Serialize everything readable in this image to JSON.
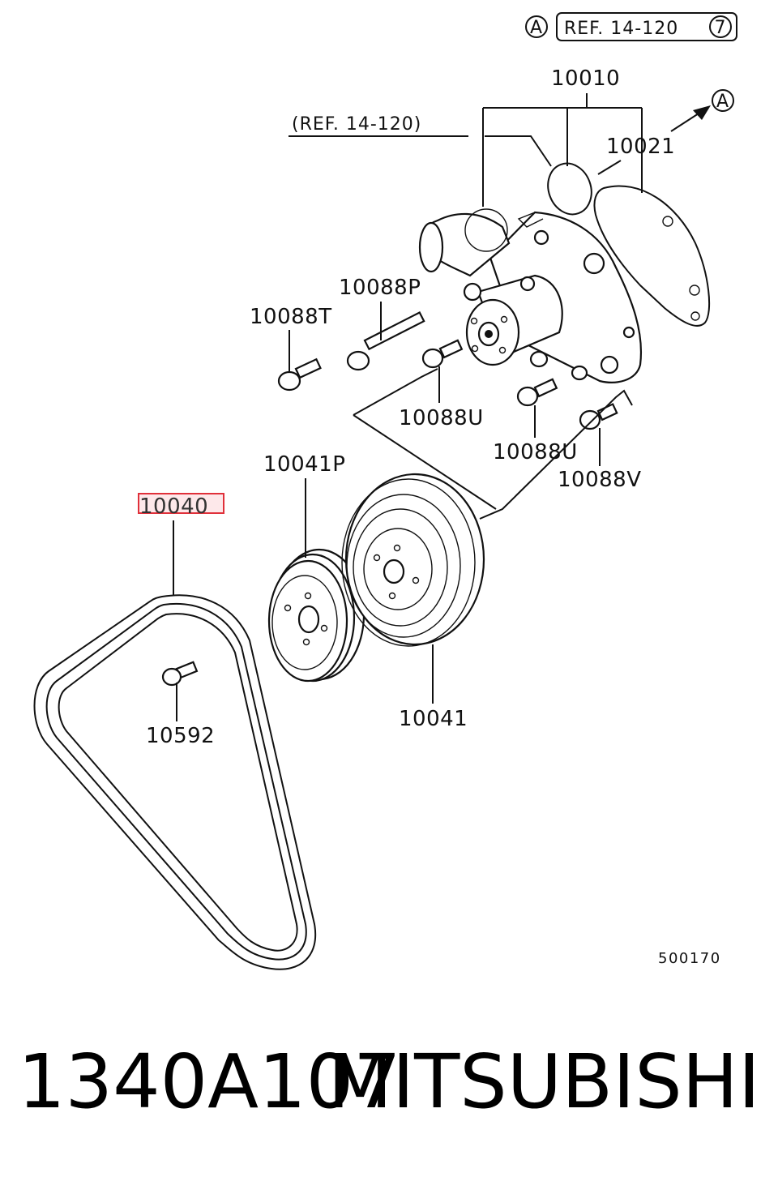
{
  "diagram": {
    "ref_box": {
      "circle_letter": "A",
      "text": "REF. 14-120",
      "circle_number": "7"
    },
    "arrow_ref": {
      "circle_letter": "A"
    },
    "ref_note": "(REF. 14-120)",
    "labels": {
      "p10010": "10010",
      "p10021": "10021",
      "p10088P": "10088P",
      "p10088T": "10088T",
      "p10088U_a": "10088U",
      "p10088U_b": "10088U",
      "p10088V": "10088V",
      "p10041P": "10041P",
      "p10040": "10040",
      "p10041": "10041",
      "p10592": "10592"
    },
    "highlighted_part": "10040",
    "highlight_color": "#e0303a",
    "diagram_code": "500170"
  },
  "footer": {
    "part_number": "1340A107",
    "brand": "MITSUBISHI"
  }
}
